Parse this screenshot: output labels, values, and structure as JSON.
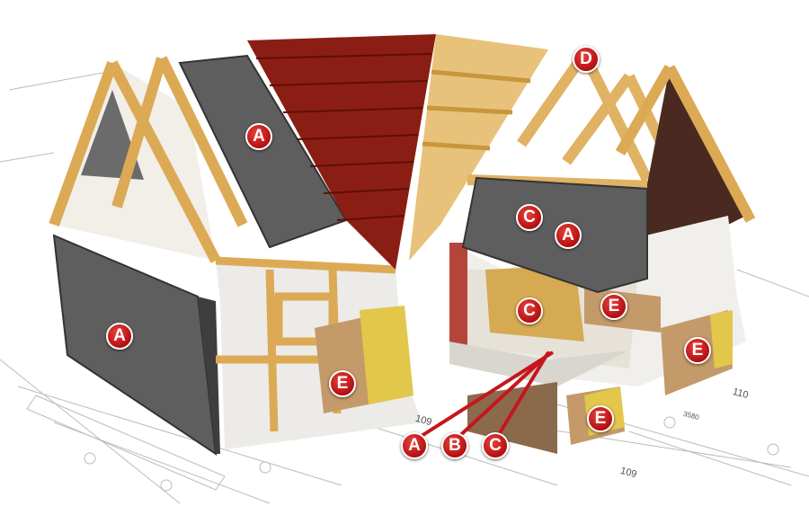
{
  "markers": [
    {
      "label": "A",
      "part": "roof-panel"
    },
    {
      "label": "A",
      "part": "wall-panel-left"
    },
    {
      "label": "C",
      "part": "ceiling-panel"
    },
    {
      "label": "A",
      "part": "ceiling-panel"
    },
    {
      "label": "D",
      "part": "roof-truss"
    },
    {
      "label": "C",
      "part": "interior-wall"
    },
    {
      "label": "E",
      "part": "interior-insulation"
    },
    {
      "label": "E",
      "part": "front-wall-insulation"
    },
    {
      "label": "E",
      "part": "right-wall-insulation"
    },
    {
      "label": "E",
      "part": "foundation-insulation"
    },
    {
      "label": "A",
      "part": "floor-layer"
    },
    {
      "label": "B",
      "part": "floor-layer"
    },
    {
      "label": "C",
      "part": "floor-layer"
    }
  ],
  "blueprint": {
    "dim1": "109",
    "dim2": "110",
    "dim3": "3580",
    "dim4": "109"
  },
  "colors": {
    "marker": "#c4161c",
    "panel": "#5b5b5b",
    "timber": "#e2b86a",
    "roof": "#8b1e14"
  }
}
